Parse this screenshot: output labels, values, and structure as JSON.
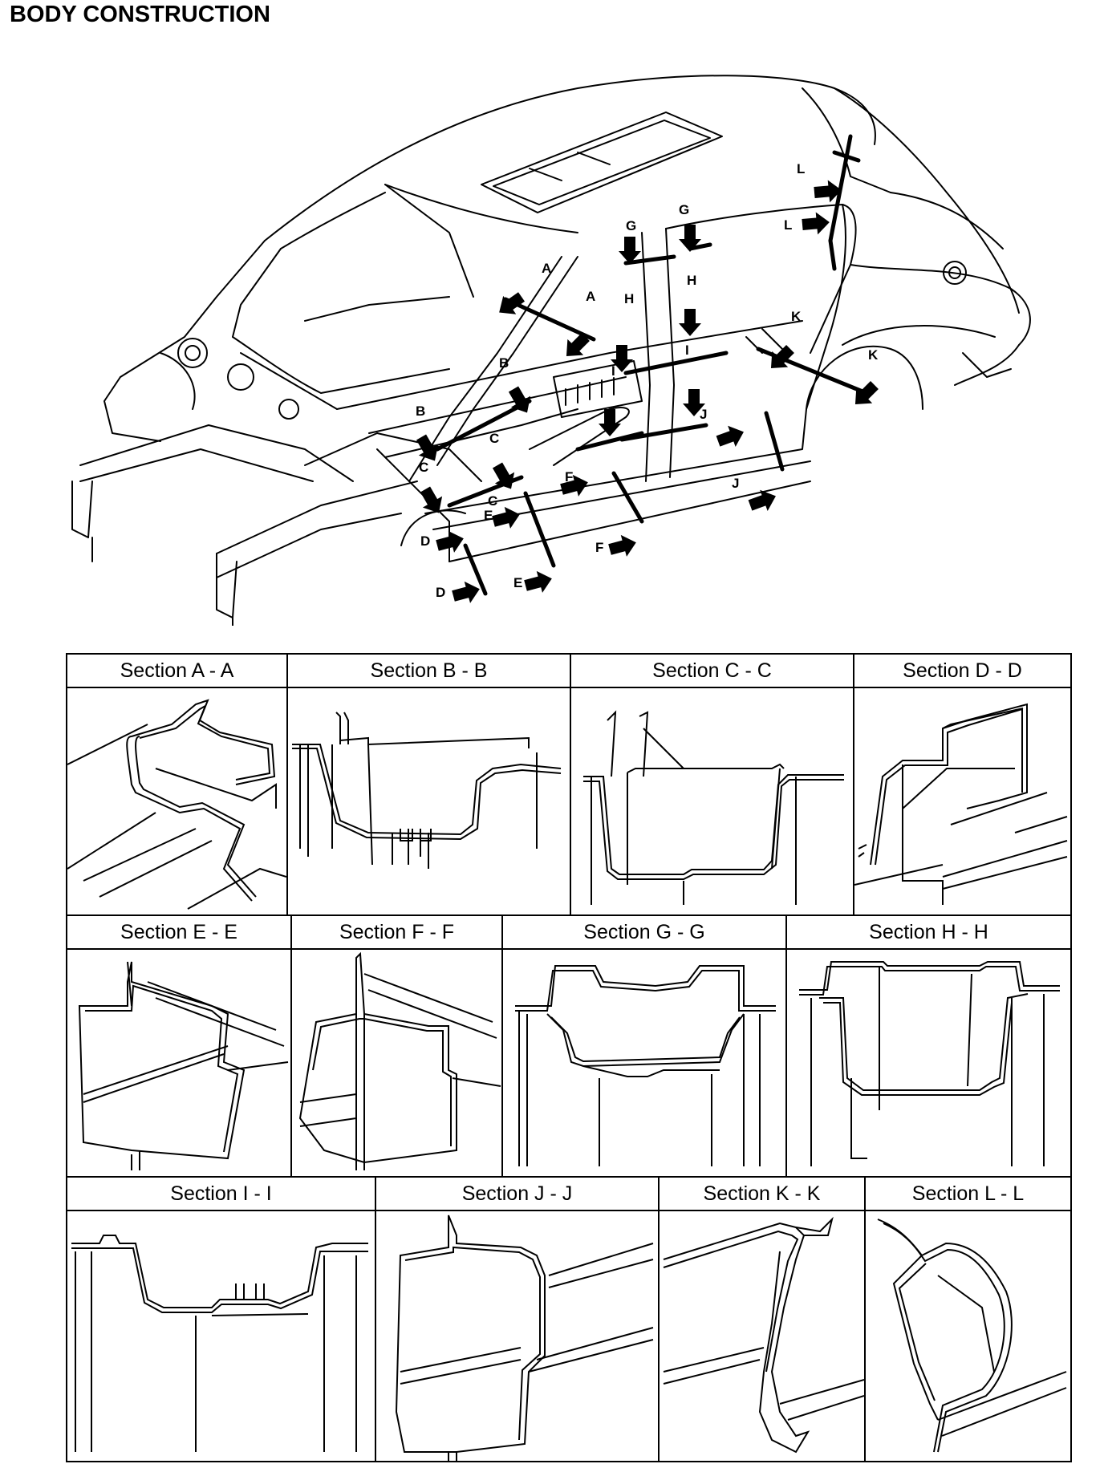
{
  "title": "BODY CONSTRUCTION",
  "callouts": [
    {
      "letter": "A"
    },
    {
      "letter": "A"
    },
    {
      "letter": "B"
    },
    {
      "letter": "B"
    },
    {
      "letter": "C"
    },
    {
      "letter": "C"
    },
    {
      "letter": "C"
    },
    {
      "letter": "D"
    },
    {
      "letter": "D"
    },
    {
      "letter": "E"
    },
    {
      "letter": "E"
    },
    {
      "letter": "F"
    },
    {
      "letter": "F"
    },
    {
      "letter": "G"
    },
    {
      "letter": "G"
    },
    {
      "letter": "H"
    },
    {
      "letter": "H"
    },
    {
      "letter": "I"
    },
    {
      "letter": "I"
    },
    {
      "letter": "J"
    },
    {
      "letter": "J"
    },
    {
      "letter": "K"
    },
    {
      "letter": "K"
    },
    {
      "letter": "L"
    },
    {
      "letter": "L"
    }
  ],
  "sections": [
    {
      "label": "Section A - A"
    },
    {
      "label": "Section B - B"
    },
    {
      "label": "Section C - C"
    },
    {
      "label": "Section D - D"
    },
    {
      "label": "Section E - E"
    },
    {
      "label": "Section F - F"
    },
    {
      "label": "Section G - G"
    },
    {
      "label": "Section H - H"
    },
    {
      "label": "Section I - I"
    },
    {
      "label": "Section J - J"
    },
    {
      "label": "Section K - K"
    },
    {
      "label": "Section L - L"
    }
  ]
}
